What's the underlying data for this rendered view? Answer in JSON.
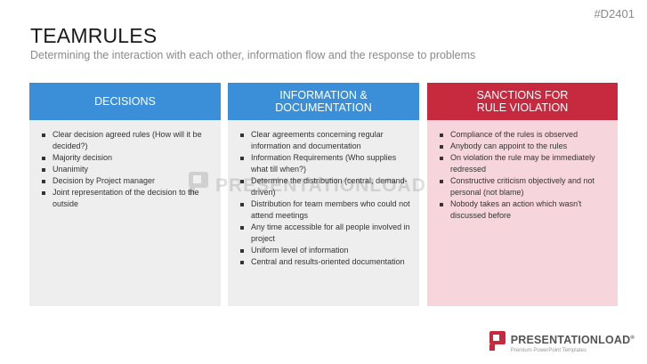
{
  "slide_code": "#D2401",
  "title": "TEAMRULES",
  "subtitle": "Determining the interaction with each other, information flow and the response to problems",
  "columns": [
    {
      "heading": [
        "DECISIONS"
      ],
      "header_color": "#3a8fd8",
      "body_color": "#eeeeef",
      "items": [
        "Clear decision agreed rules (How will it be decided?)",
        "Majority decision",
        "Unanimity",
        "Decision by Project manager",
        "Joint representation of the decision to the outside"
      ]
    },
    {
      "heading": [
        "INFORMATION &",
        "DOCUMENTATION"
      ],
      "header_color": "#3a8fd8",
      "body_color": "#eeeeef",
      "items": [
        "Clear agreements concerning regular information and documentation",
        "Information Requirements (Who supplies what till when?)",
        "Determine the distribution (central, demand-driven)",
        "Distribution for  team members who could not attend meetings",
        "Any time accessible for all people involved in project",
        "Uniform level of information",
        "Central and results-oriented documentation"
      ]
    },
    {
      "heading": [
        "SANCTIONS FOR",
        "RULE VIOLATION"
      ],
      "header_color": "#c72a3e",
      "body_color": "#f6d6dc",
      "items": [
        "Compliance of the rules is observed",
        "Anybody can appoint to the rules",
        "On violation the rule may be immediately redressed",
        "Constructive criticism objectively and not personal (not blame)",
        "Nobody takes an action which wasn't discussed before"
      ]
    }
  ],
  "watermark": {
    "text": "PRESENTATIONLOAD",
    "icon": "presentationload-p-logo-icon"
  },
  "logo": {
    "icon": "presentationload-p-logo-icon",
    "name": "PRESENTATIONLOAD",
    "registered": "®",
    "tagline": "Premium PowerPoint Templates",
    "accent_color": "#c72a3e"
  }
}
